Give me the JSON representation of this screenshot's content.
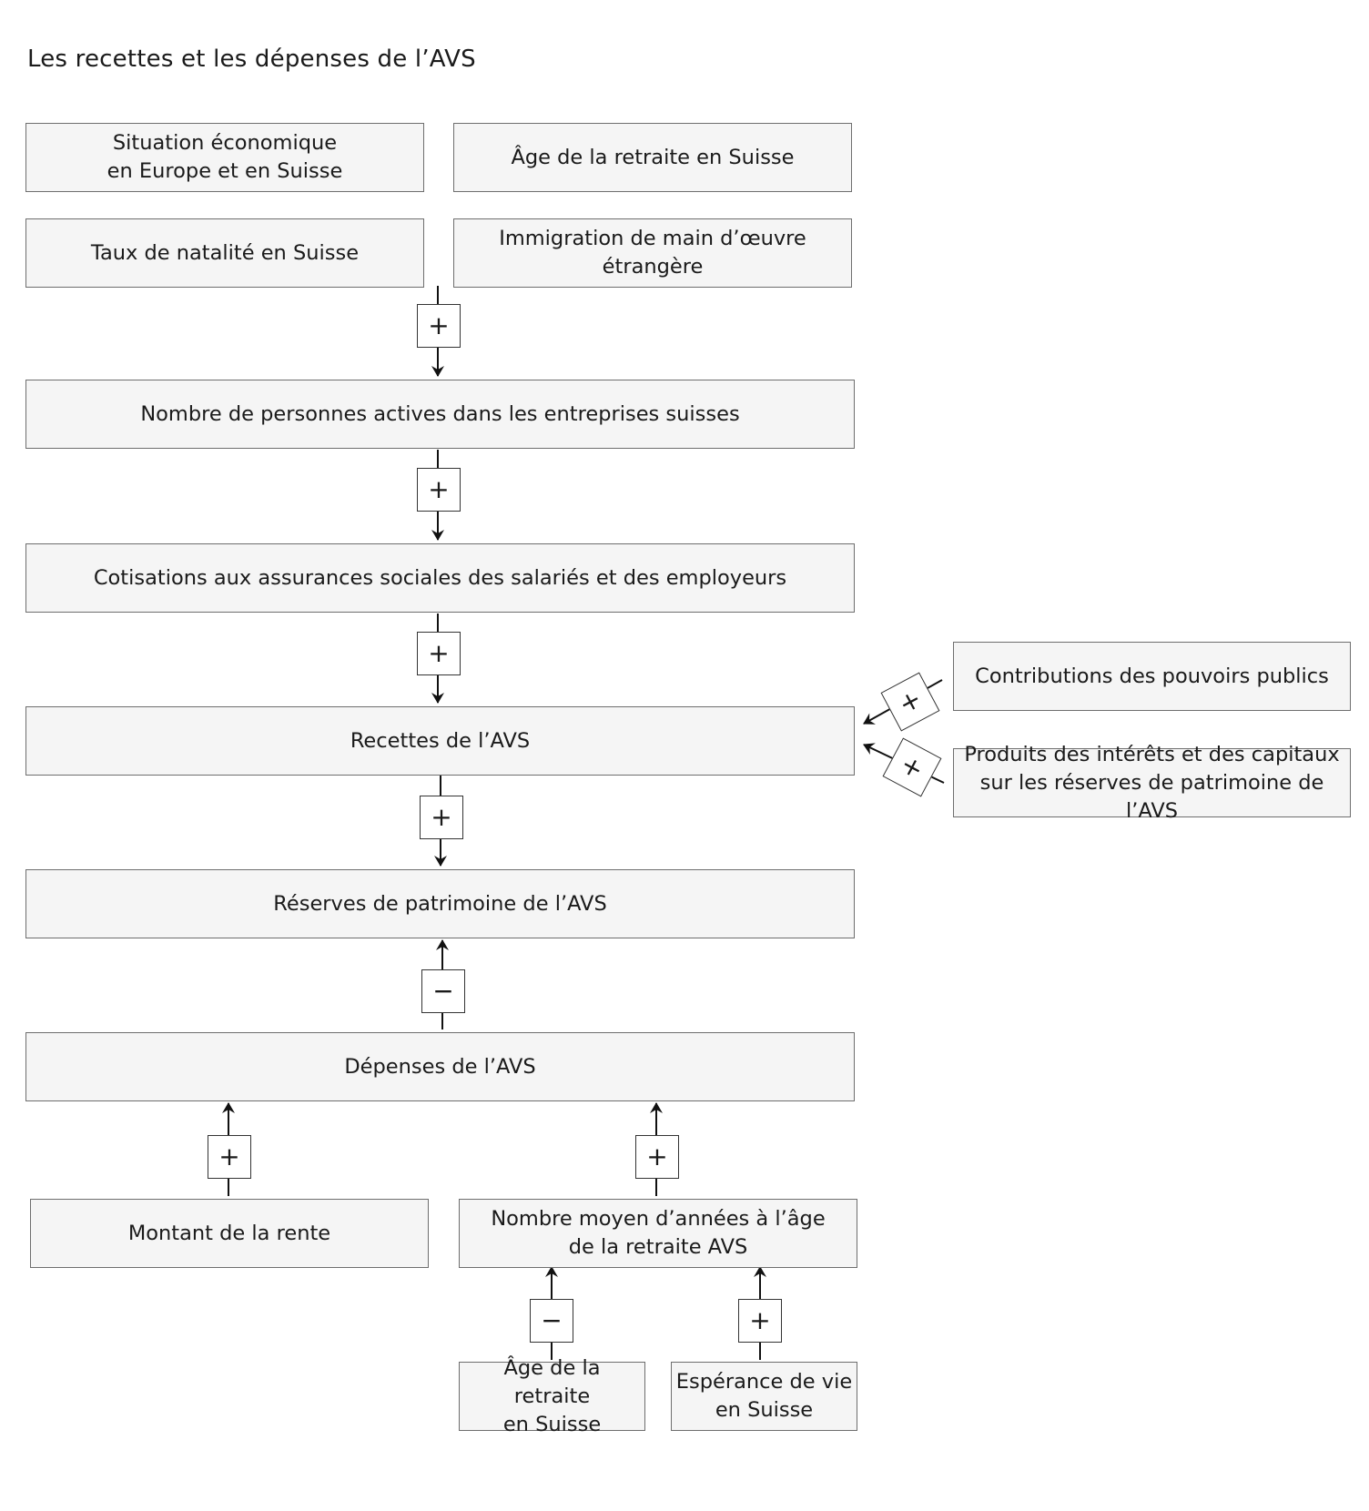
{
  "title": "Les recettes et les dépenses de l’AVS",
  "boxes": {
    "situation_economique": [
      "Situation économique",
      "en Europe et en Suisse"
    ],
    "age_retraite_top": "Âge de la retraite en Suisse",
    "taux_natalite": "Taux de natalité en Suisse",
    "immigration": "Immigration de main d’œuvre étrangère",
    "personnes_actives": "Nombre de personnes actives dans les entreprises suisses",
    "cotisations": "Cotisations aux assurances sociales des salariés et des employeurs",
    "contributions_publics": "Contributions des pouvoirs publics",
    "recettes": "Recettes de l’AVS",
    "produits_interets": [
      "Produits des intérêts et des capitaux",
      "sur les réserves de patrimoine de l’AVS"
    ],
    "reserves": "Réserves de patrimoine de l’AVS",
    "depenses": "Dépenses de l’AVS",
    "montant_rente": "Montant de la rente",
    "nombre_moyen_annees": [
      "Nombre moyen d’années à l’âge",
      "de la retraite AVS"
    ],
    "age_retraite_bottom": [
      "Âge de la retraite",
      "en Suisse"
    ],
    "esperance_vie": [
      "Espérance de vie",
      "en Suisse"
    ]
  },
  "signs": {
    "to_personnes_actives": "+",
    "to_cotisations": "+",
    "to_recettes": "+",
    "contributions_to_recettes": "+",
    "produits_to_recettes": "+",
    "recettes_to_reserves": "+",
    "depenses_to_reserves": "−",
    "montant_to_depenses": "+",
    "nombre_to_depenses": "+",
    "age_to_nombre": "−",
    "esperance_to_nombre": "+"
  }
}
